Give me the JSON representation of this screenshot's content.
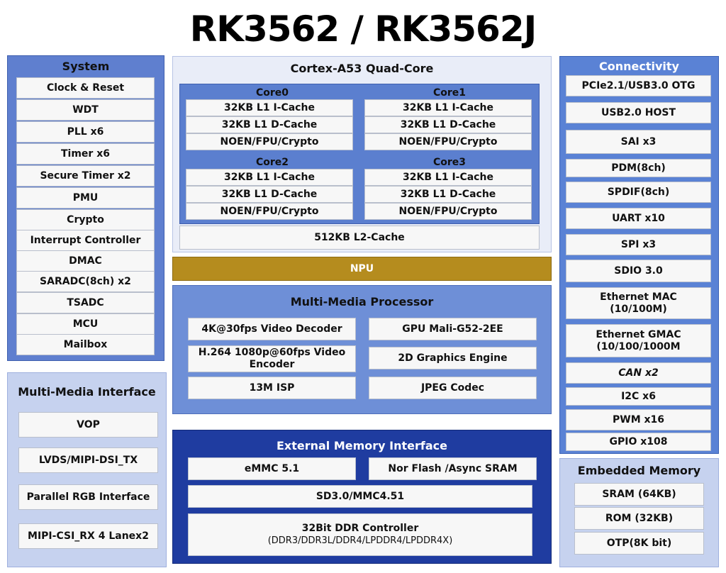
{
  "title": "RK3562 / RK3562J",
  "system": {
    "title": "System",
    "items": [
      "Clock & Reset",
      "WDT",
      "PLL x6",
      "Timer x6",
      "Secure Timer x2",
      "PMU",
      "Crypto",
      "Interrupt Controller",
      "DMAC",
      "SARADC(8ch) x2",
      "TSADC",
      "MCU",
      "Mailbox"
    ]
  },
  "mm_interface": {
    "title": "Multi-Media Interface",
    "items": [
      "VOP",
      "LVDS/MIPI-DSI_TX",
      "Parallel RGB Interface",
      "MIPI-CSI_RX 4 Lanex2"
    ]
  },
  "cpu": {
    "title": "Cortex-A53 Quad-Core",
    "cores": [
      {
        "name": "Core0",
        "items": [
          "32KB L1 I-Cache",
          "32KB L1 D-Cache",
          "NOEN/FPU/Crypto"
        ]
      },
      {
        "name": "Core1",
        "items": [
          "32KB L1 I-Cache",
          "32KB L1 D-Cache",
          "NOEN/FPU/Crypto"
        ]
      },
      {
        "name": "Core2",
        "items": [
          "32KB L1 I-Cache",
          "32KB L1 D-Cache",
          "NOEN/FPU/Crypto"
        ]
      },
      {
        "name": "Core3",
        "items": [
          "32KB L1 I-Cache",
          "32KB L1 D-Cache",
          "NOEN/FPU/Crypto"
        ]
      }
    ],
    "l2": "512KB L2-Cache"
  },
  "npu": "NPU",
  "mmp": {
    "title": "Multi-Media Processor",
    "items": [
      "4K@30fps Video  Decoder",
      "GPU Mali-G52-2EE",
      "H.264 1080p@60fps Video  Encoder",
      "2D Graphics Engine",
      "13M ISP",
      "JPEG Codec"
    ]
  },
  "emi": {
    "title": "External Memory Interface",
    "emmc": "eMMC 5.1",
    "nor": "Nor Flash /Async SRAM",
    "sd": "SD3.0/MMC4.51",
    "ddr": "32Bit DDR Controller",
    "ddr_sub": "(DDR3/DDR3L/DDR4/LPDDR4/LPDDR4X)"
  },
  "connectivity": {
    "title": "Connectivity",
    "items": [
      "PCIe2.1/USB3.0 OTG",
      "USB2.0 HOST",
      "SAI x3",
      "PDM(8ch)",
      "SPDIF(8ch)",
      "UART x10",
      "SPI x3",
      "SDIO 3.0",
      "Ethernet MAC (10/100M)",
      "Ethernet GMAC (10/100/1000M",
      "CAN x2",
      "I2C x6",
      "PWM x16",
      "GPIO x108"
    ]
  },
  "embedded": {
    "title": "Embedded Memory",
    "items": [
      "SRAM (64KB)",
      "ROM (32KB)",
      "OTP(8K bit)"
    ]
  },
  "colors": {
    "system_panel": "#5f7fcf",
    "npu": "#b58c1e",
    "emi_panel": "#1f3ca0",
    "connectivity_panel": "#5a82d5"
  }
}
